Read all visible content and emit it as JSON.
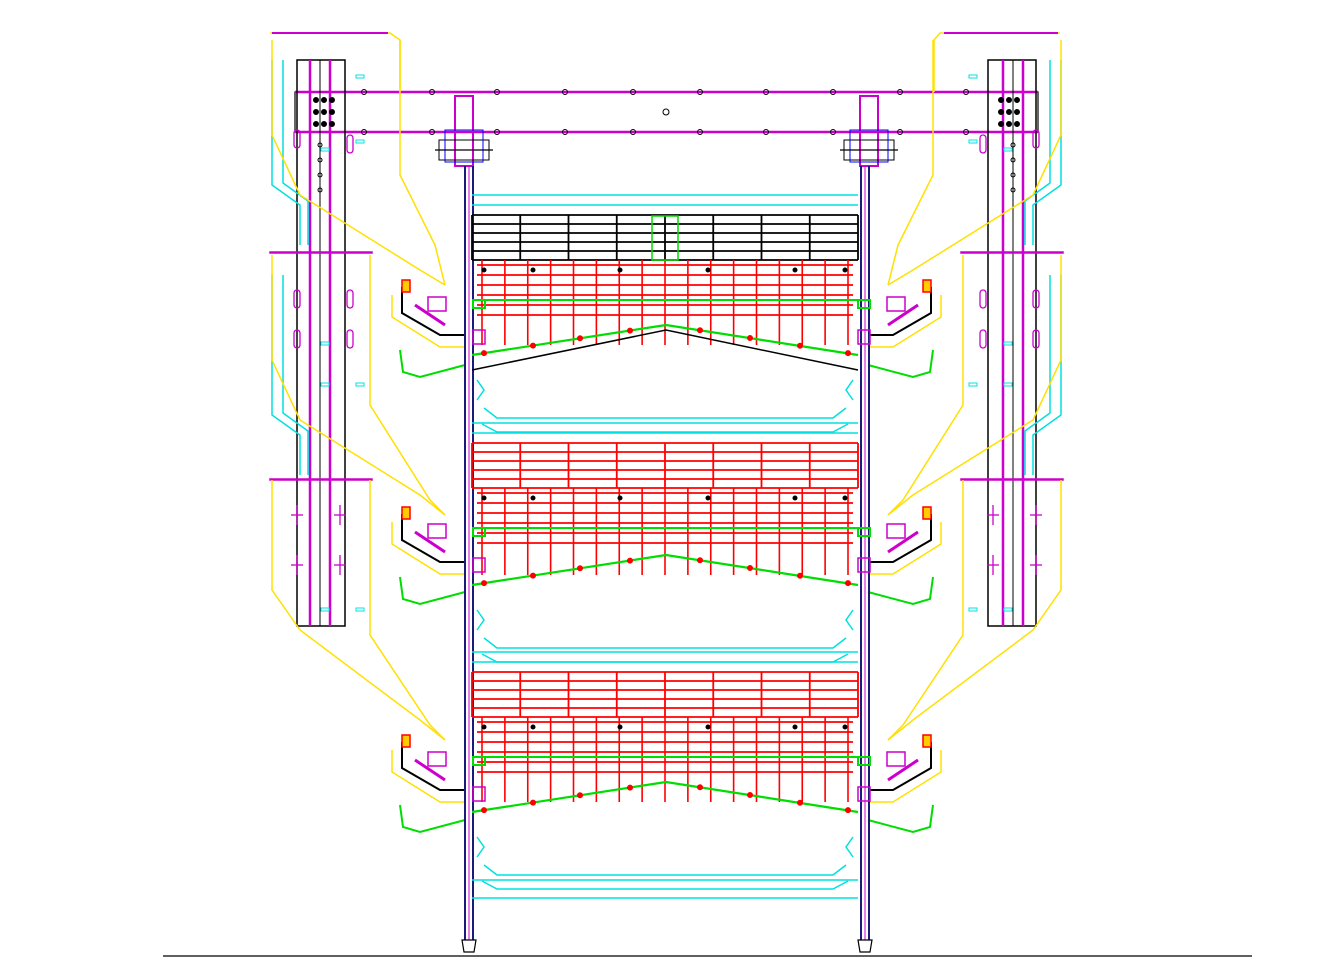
{
  "drawing": {
    "colors": {
      "background": "#ffffff",
      "frame": "#000000",
      "post": "#1a1a7a",
      "grid_top": "#000000",
      "cage": "#ff0000",
      "wire": "#00dd00",
      "belt": "#00e0e0",
      "feeder": "#ffe000",
      "gantry": "#cc00cc",
      "aux": "#0000ff"
    },
    "tiers": 3,
    "cage_columns": 8,
    "grid_lines_per_cage": 10
  }
}
